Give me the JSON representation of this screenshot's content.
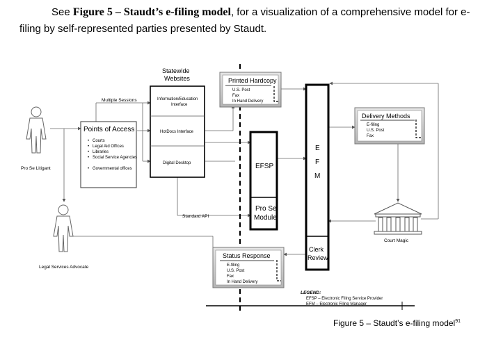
{
  "intro": {
    "lead": "See ",
    "bold": "Figure 5 – Staudt’s e-filing model",
    "rest": ", for a visualization of a comprehensive model for e-filing by self-represented parties presented by Staudt."
  },
  "diagram": {
    "pro_se_litigant": "Pro Se Litigant",
    "legal_services_advocate": "Legal Services Advocate",
    "multiple_sessions": "Multiple Sessions",
    "standard_api": "Standard API",
    "points_of_access": {
      "title": "Points of Access",
      "items": [
        "Courts",
        "Legal Aid Offices",
        "Libraries",
        "Social Service Agencies",
        "Governmental offices"
      ]
    },
    "statewide_websites": {
      "title_line1": "Statewide",
      "title_line2": "Websites",
      "panel1_line1": "Information/Education",
      "panel1_line2": "Interface",
      "panel2": "HotDocs Interface",
      "panel3": "Digital Desktop"
    },
    "printed_hardcopy": {
      "title": "Printed Hardcopy",
      "items": [
        "U.S. Post",
        "Fax",
        "In Hand Delivery"
      ]
    },
    "delivery_methods": {
      "title": "Delivery Methods",
      "items": [
        "E-filing",
        "U.S. Post",
        "Fax"
      ]
    },
    "status_response": {
      "title": "Status Response",
      "items": [
        "E-filing",
        "U.S. Post",
        "Fax",
        "In Hand Delivery"
      ]
    },
    "efsp": "EFSP",
    "pro_se_module_line1": "Pro Se",
    "pro_se_module_line2": "Module",
    "efm_letters": [
      "E",
      "F",
      "M"
    ],
    "clerk_review_line1": "Clerk",
    "clerk_review_line2": "Review",
    "court_magic": "Court Magic",
    "legend": {
      "title": "LEGEND:",
      "line1": "EFSP – Electronic Filing Service Provider",
      "line2": "EFM – Electronic Filing Manager"
    }
  },
  "caption": {
    "text": "Figure 5 – Staudt’s e-filing model",
    "footnote": "91"
  }
}
